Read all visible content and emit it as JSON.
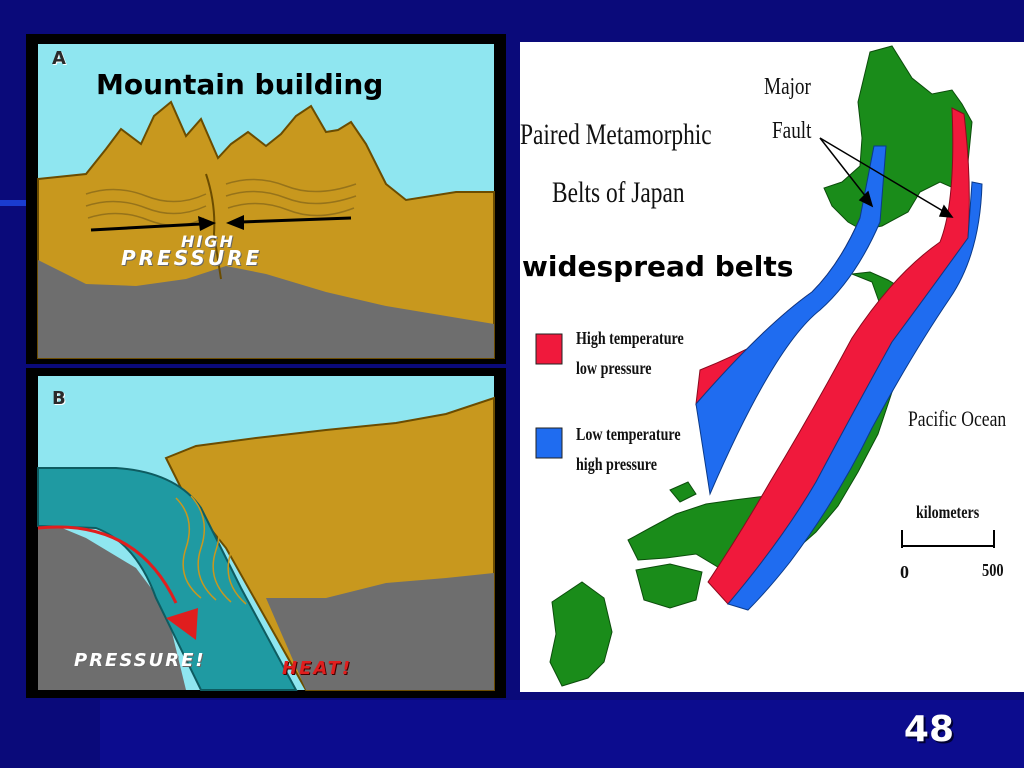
{
  "slide": {
    "page_number": "48",
    "colors": {
      "background": "#0a0a7a",
      "band": "#0e0e96"
    }
  },
  "panel_a": {
    "letter": "A",
    "title": "Mountain building",
    "label_line1": "HIGH",
    "label_line2": "PRESSURE",
    "colors": {
      "sky": "#8fe6f0",
      "crust": "#c8981e",
      "mantle": "#6e6e6e",
      "frame": "#000000"
    }
  },
  "panel_b": {
    "letter": "B",
    "pressure_label": "PRESSURE!",
    "heat_label": "HEAT!",
    "colors": {
      "slab": "#1f9aa2",
      "arrow": "#e01e1e"
    }
  },
  "map": {
    "title_line1": "Paired Metamorphic",
    "title_line2": "Belts of Japan",
    "caption": "widespread belts",
    "fault_label_line1": "Major",
    "fault_label_line2": "Fault",
    "ocean_label": "Pacific Ocean",
    "legend": [
      {
        "color": "#f0193c",
        "line1": "High temperature",
        "line2": "low pressure"
      },
      {
        "color": "#1f6cf0",
        "line1": "Low temperature",
        "line2": "high pressure"
      }
    ],
    "scale": {
      "label": "kilometers",
      "start": "0",
      "end": "500"
    },
    "colors": {
      "land": "#1a8c1a",
      "red_belt": "#f0193c",
      "blue_belt": "#1f6cf0"
    }
  }
}
